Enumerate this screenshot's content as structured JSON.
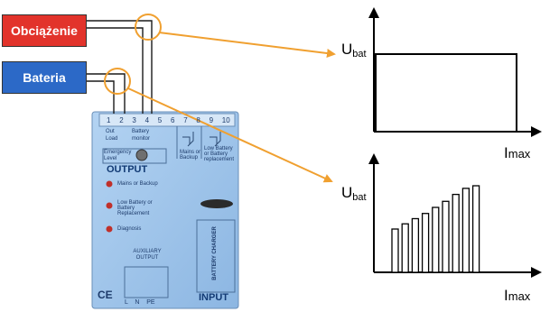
{
  "labels": {
    "load": "Obciążenie",
    "battery": "Bateria"
  },
  "graphs": {
    "top": {
      "y_label": "U",
      "y_sub": "bat",
      "x_label": "I",
      "x_sub": "max"
    },
    "bottom": {
      "y_label": "U",
      "y_sub": "bat",
      "x_label": "I",
      "x_sub": "max"
    }
  },
  "device": {
    "terminal_numbers": [
      "1",
      "2",
      "3",
      "4",
      "5",
      "6",
      "7",
      "8",
      "9",
      "10"
    ],
    "out_label": "Out",
    "load_label": "Load",
    "battery_label": "Battery",
    "monitor_label": "monitor",
    "emergency_label": "Emergency",
    "level_label": "Level",
    "mains_backup_label": "Mains or Backup",
    "low_battery_relay_label": "Low Battery or Battery replacement",
    "output_label": "OUTPUT",
    "led_mains": "Mains or Backup",
    "led_low_battery": "Low Battery or Battery Replacement",
    "led_diagnosis": "Diagnosis",
    "auxiliary_output": "AUXILIARY OUTPUT",
    "charger_title": "BATTERY CHARGER",
    "input_label": "INPUT",
    "ce_mark": "CE",
    "bottom_terminals": "L    N    PE"
  },
  "colors": {
    "load_box": "#e2332b",
    "battery_box": "#2c69c7",
    "arrow": "#f0a030",
    "device_body": "#9cc2ea"
  },
  "chart_data": [
    {
      "type": "line",
      "series": [
        {
          "x": [
            0,
            0,
            1,
            1
          ],
          "y": [
            0,
            1,
            1,
            0
          ]
        }
      ],
      "xlabel": "Imax",
      "ylabel": "Ubat"
    },
    {
      "type": "bar",
      "series": [
        {
          "values": [
            0.5,
            0.56,
            0.62,
            0.68,
            0.75,
            0.82,
            0.9,
            0.97,
            1.0
          ]
        }
      ],
      "xlabel": "Imax",
      "ylabel": "Ubat"
    }
  ]
}
